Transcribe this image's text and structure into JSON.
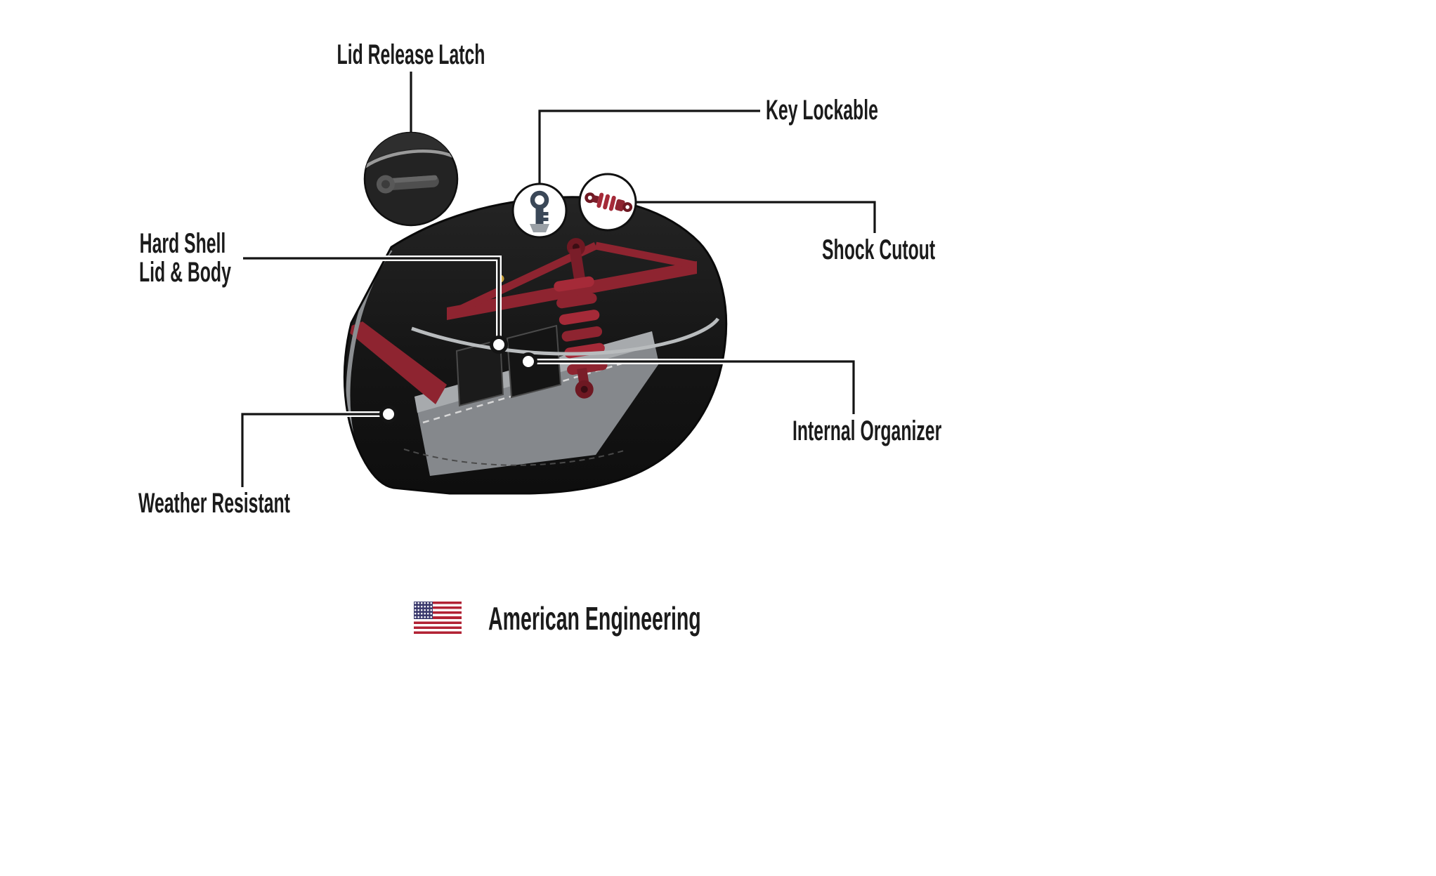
{
  "callouts": {
    "lid_release_latch": "Lid Release Latch",
    "key_lockable": "Key Lockable",
    "shock_cutout": "Shock Cutout",
    "hard_shell_line1": "Hard Shell",
    "hard_shell_line2": "Lid & Body",
    "internal_organizer": "Internal Organizer",
    "weather_resistant": "Weather Resistant"
  },
  "footer": {
    "text": "American Engineering"
  },
  "icons": {
    "latch_detail": "lid-latch-magnified-icon",
    "key": "key-icon",
    "shock": "shock-absorber-icon",
    "flag": "us-flag-icon"
  },
  "colors": {
    "accent_red": "#8E2430",
    "bag_black": "#151515",
    "trim_gray": "#8B8E91",
    "interior_gray": "#85888C",
    "label_text": "#1B1B1B",
    "flag_red": "#B22234",
    "flag_blue": "#3C3B6E"
  }
}
